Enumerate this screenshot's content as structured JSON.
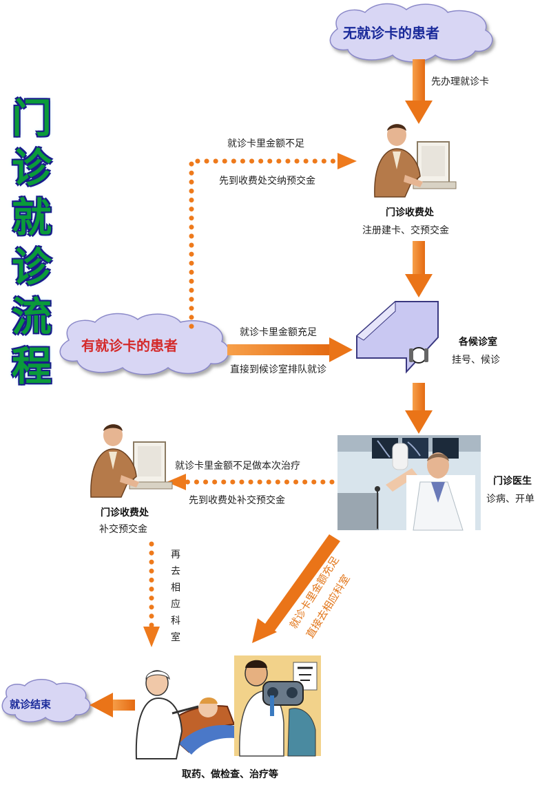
{
  "title_chars": [
    "门",
    "诊",
    "就",
    "诊",
    "流",
    "程"
  ],
  "clouds": {
    "no_card": "无就诊卡的患者",
    "has_card": "有就诊卡的患者",
    "end": "就诊结束"
  },
  "arrows": {
    "get_card": "先办理就诊卡",
    "insufficient_top": "就诊卡里金额不足",
    "prepay_top": "先到收费处交纳预交金",
    "sufficient": "就诊卡里金额充足",
    "direct_queue": "直接到候诊室排队就诊",
    "insufficient_treat": "就诊卡里金额不足做本次治疗",
    "supplement_prepay": "先到收费处补交预交金",
    "goto_dept_chars": [
      "再",
      "去",
      "相",
      "应",
      "科",
      "室"
    ],
    "diag_line1": "就诊卡里金额充足",
    "diag_line2": "直接去相应科室"
  },
  "nodes": {
    "cashier1_name": "门诊收费处",
    "cashier1_desc": "注册建卡、交预交金",
    "waiting_name": "各候诊室",
    "waiting_desc": "挂号、候诊",
    "doctor_name": "门诊医生",
    "doctor_desc": "诊病、开单",
    "cashier2_name": "门诊收费处",
    "cashier2_desc": "补交预交金",
    "final_desc": "取药、做检查、治疗等"
  },
  "colors": {
    "arrow_orange": "#ee7a1c",
    "title_green": "#0a9a3a",
    "cloud_fill": "#d8d6f4",
    "cloud_text_blue": "#1a2a9a",
    "cloud_text_red": "#d42a2a",
    "room_fill": "#c9c8f2"
  }
}
